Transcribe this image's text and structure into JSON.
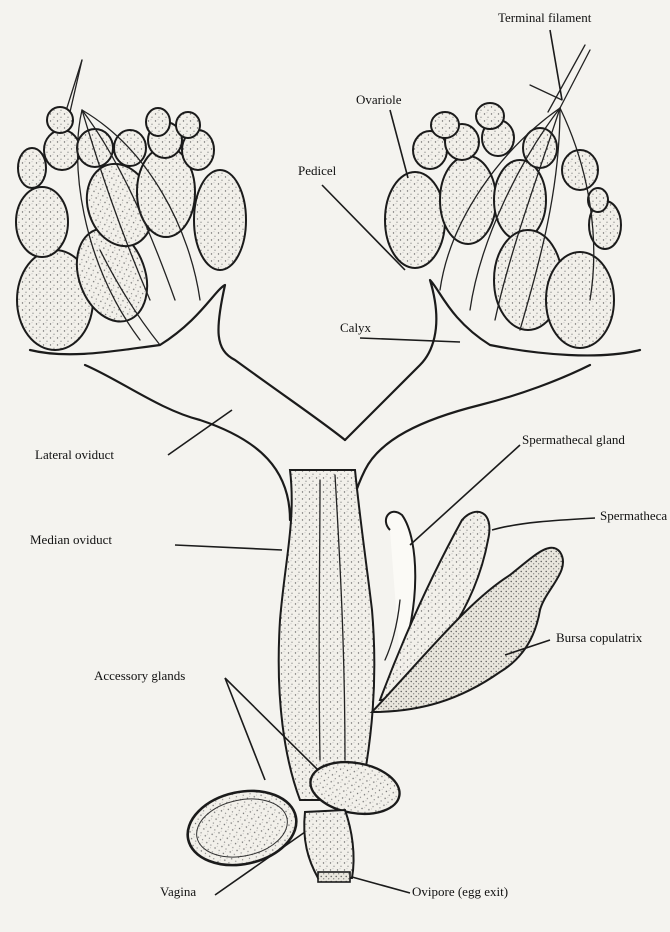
{
  "labels": {
    "terminal_filament": "Terminal filament",
    "ovariole": "Ovariole",
    "pedicel": "Pedicel",
    "calyx": "Calyx",
    "lateral_oviduct": "Lateral oviduct",
    "spermathecal_gland": "Spermathecal gland",
    "median_oviduct": "Median oviduct",
    "spermatheca": "Spermatheca",
    "bursa_copulatrix": "Bursa copulatrix",
    "accessory_glands": "Accessory glands",
    "vagina": "Vagina",
    "ovipore": "Ovipore (egg exit)"
  },
  "colors": {
    "ink": "#1b1b1b",
    "paper": "#f4f3ef"
  }
}
